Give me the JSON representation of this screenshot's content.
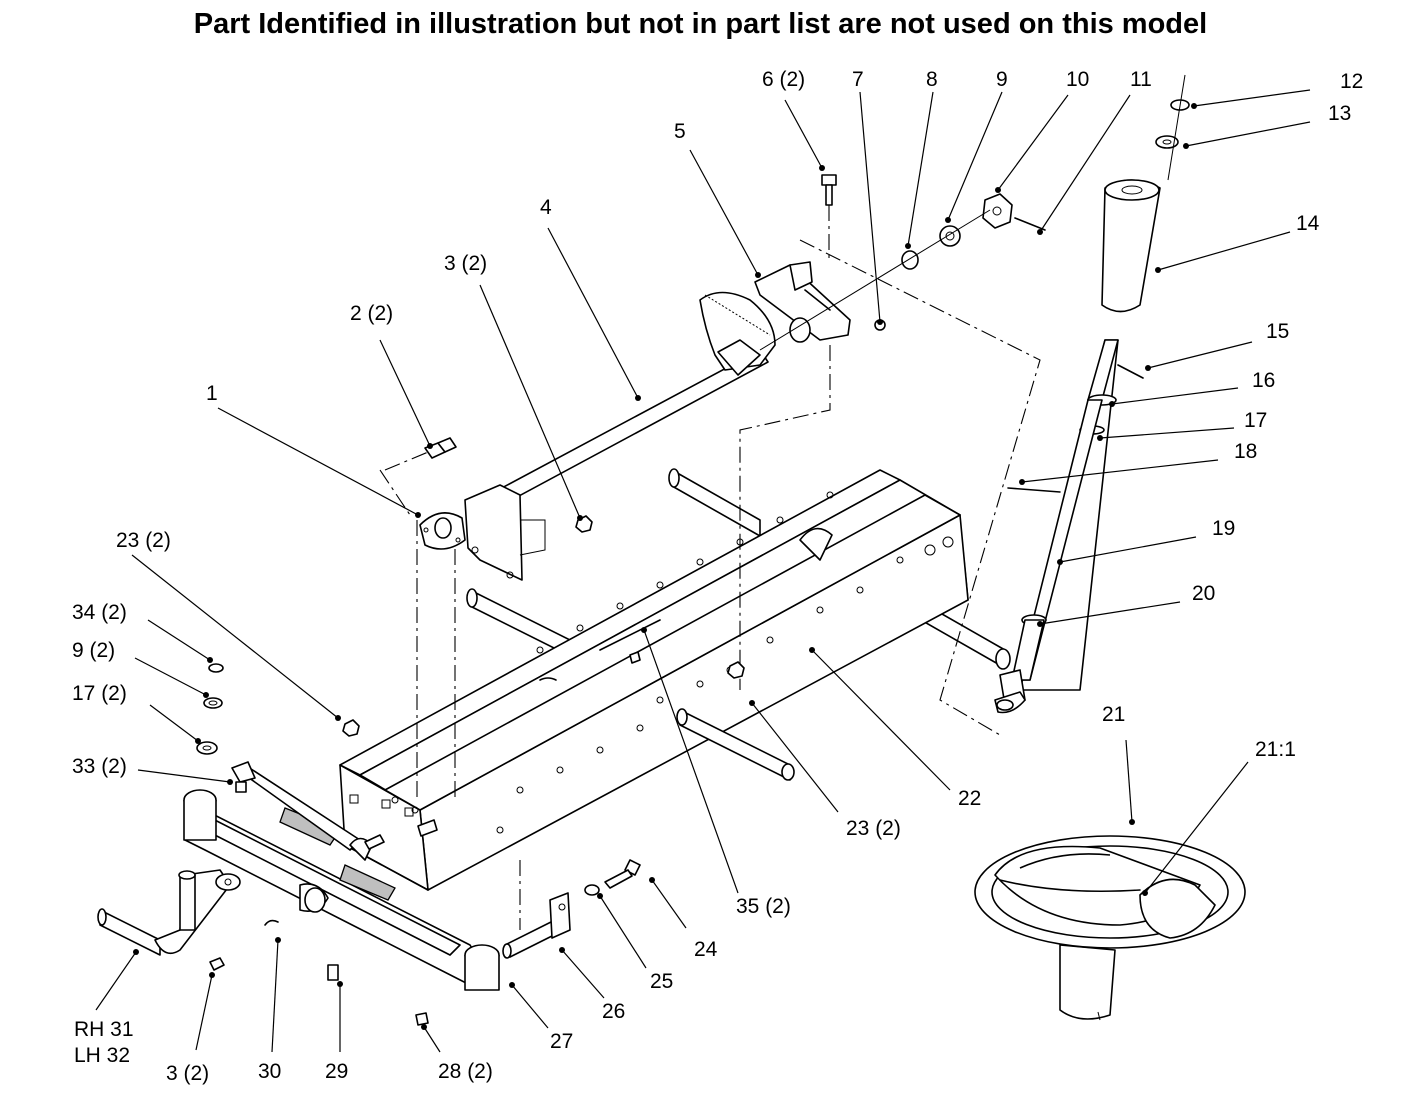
{
  "title": "Part Identified in illustration but not in part list are not used on this model",
  "labels": {
    "p1": "1",
    "p2": "2 (2)",
    "p3a": "3 (2)",
    "p3b": "3 (2)",
    "p4": "4",
    "p5": "5",
    "p6": "6 (2)",
    "p7": "7",
    "p8": "8",
    "p9": "9",
    "p9b": "9 (2)",
    "p10": "10",
    "p11": "11",
    "p12": "12",
    "p13": "13",
    "p14": "14",
    "p15": "15",
    "p16": "16",
    "p17": "17",
    "p17b": "17 (2)",
    "p18": "18",
    "p19": "19",
    "p20": "20",
    "p21": "21",
    "p21_1": "21:1",
    "p22": "22",
    "p23a": "23 (2)",
    "p23b": "23 (2)",
    "p24": "24",
    "p25": "25",
    "p26": "26",
    "p27": "27",
    "p28": "28 (2)",
    "p29": "29",
    "p30": "30",
    "p31": "RH 31",
    "p32": "LH 32",
    "p33": "33 (2)",
    "p34": "34 (2)",
    "p35": "35 (2)"
  }
}
